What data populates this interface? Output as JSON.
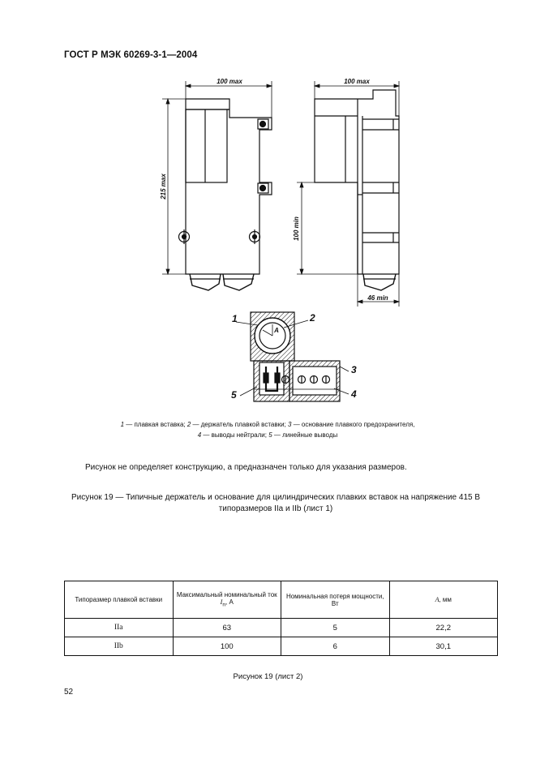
{
  "header": {
    "standard": "ГОСТ Р МЭК 60269-3-1—2004"
  },
  "drawing": {
    "dims": {
      "width_front": "100 max",
      "width_side": "100 max",
      "height_total": "215 max",
      "height_base": "100 min",
      "depth_min": "46 min"
    },
    "callouts": [
      "1",
      "2",
      "3",
      "4",
      "5"
    ],
    "section_label": "A"
  },
  "legend": {
    "line1": [
      {
        "num": "1",
        "text": " — плавкая вставка; "
      },
      {
        "num": "2",
        "text": " — держатель плавкой вставки; "
      },
      {
        "num": "3",
        "text": " — основание плавкого предохранителя,"
      }
    ],
    "line2": [
      {
        "num": "4",
        "text": " — выводы нейтрали; "
      },
      {
        "num": "5",
        "text": " — линейные выводы"
      }
    ]
  },
  "note": "Рисунок не определяет конструкцию, а предназначен только для указания размеров.",
  "caption_sheet1": {
    "line1": "Рисунок 19 — Типичные держатель и основание для цилиндрических плавких вставок на напряжение 415 В",
    "line2": "типоразмеров IIa и IIb (лист 1)"
  },
  "table": {
    "headers": {
      "size": "Типоразмер плавкой вставки",
      "current_pre": "Максимальный номинальный ток ",
      "current_symbol": "I",
      "current_sub": "n",
      "current_post": ", А",
      "power": "Номинальная потеря мощности, Вт",
      "dim_symbol": "A",
      "dim_unit": ", мм"
    },
    "rows": [
      {
        "size": "IIa",
        "current": "63",
        "power": "5",
        "dim": "22,2"
      },
      {
        "size": "IIb",
        "current": "100",
        "power": "6",
        "dim": "30,1"
      }
    ]
  },
  "caption_sheet2": "Рисунок 19 (лист 2)",
  "page_number": "52"
}
